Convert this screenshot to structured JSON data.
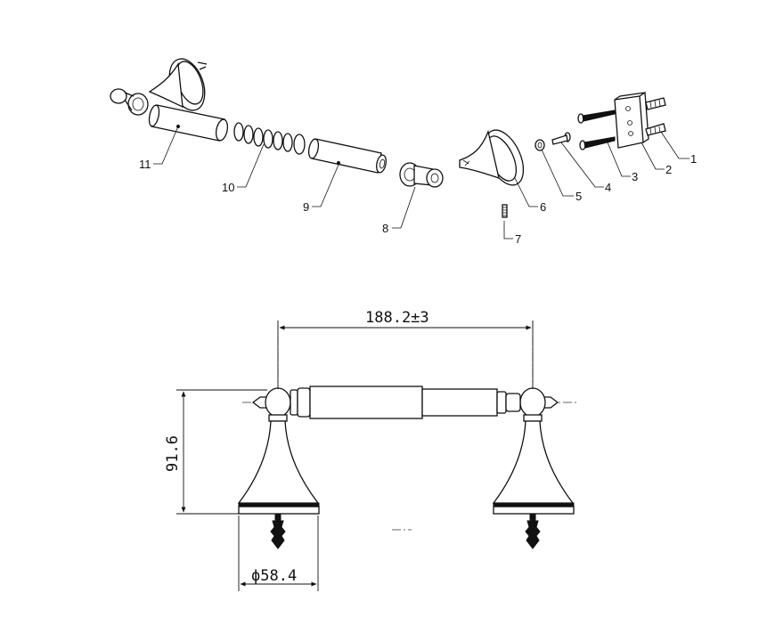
{
  "exploded_view": {
    "callouts": [
      "1",
      "2",
      "3",
      "4",
      "5",
      "6",
      "7",
      "8",
      "9",
      "10",
      "11"
    ]
  },
  "assembly_view": {
    "dim_length": "188.2±3",
    "dim_height": "91.6",
    "dim_base_diameter": "ϕ58.4"
  }
}
